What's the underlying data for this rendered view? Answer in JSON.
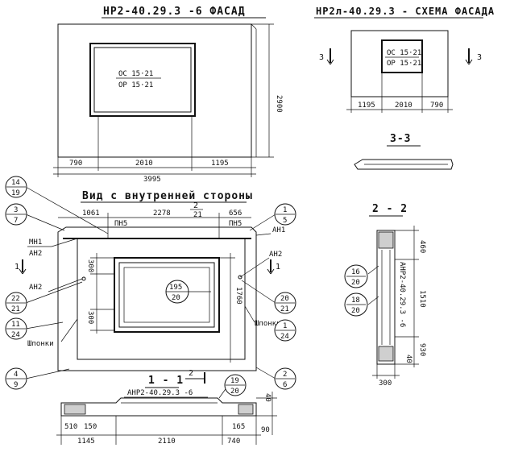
{
  "facade_view": {
    "title": "НР2-40.29.3 -6 ФАСАД",
    "window_labels": [
      "ОС 15·21",
      "ОР 15·21"
    ],
    "height_dim": "2900",
    "dims_bottom": [
      "790",
      "2010",
      "1195"
    ],
    "dim_total": "3995"
  },
  "scheme_view": {
    "title": "НР2л-40.29.3 - СХЕМА ФАСАДА",
    "window_labels": [
      "ОС 15·21",
      "ОР 15·21"
    ],
    "dims_bottom": [
      "1195",
      "2010",
      "790"
    ],
    "cut_left": "3",
    "cut_right": "3"
  },
  "section_33": {
    "title": "3-3"
  },
  "section_22": {
    "title": "2 - 2",
    "dims_right": [
      "460",
      "1510",
      "930"
    ],
    "mark_label": "АНР2-40.29.3 -6",
    "dim_bottom": "300",
    "dim_small": "40",
    "callouts": [
      {
        "top": "16",
        "bottom": "20"
      },
      {
        "top": "18",
        "bottom": "20"
      }
    ]
  },
  "inner_view": {
    "title": "Вид с внутренней стороны",
    "dims_top": [
      "1061",
      "2278",
      "656"
    ],
    "cut_top": "2",
    "cut_top_sub": "21",
    "labels": {
      "pn5_left": "ПН5",
      "pn5_right": "ПН5",
      "mn1": "МН1",
      "an2_left": "АН2",
      "an1": "АН1",
      "an2_right": "АН2",
      "an2_mid": "АН2",
      "shponki_left": "Шпонки",
      "shponki_right": "Шпонки"
    },
    "dims_left": [
      "300",
      "300"
    ],
    "dim_right": "1760",
    "cut_side": "1",
    "callouts": {
      "c14_19": {
        "top": "14",
        "bottom": "19"
      },
      "c3_7": {
        "top": "3",
        "bottom": "7"
      },
      "c1_5": {
        "top": "1",
        "bottom": "5"
      },
      "c22_21": {
        "top": "22",
        "bottom": "21"
      },
      "c11_24": {
        "top": "11",
        "bottom": "24"
      },
      "c4_9": {
        "top": "4",
        "bottom": "9"
      },
      "c195_20": {
        "top": "195",
        "bottom": "20"
      },
      "c20_21": {
        "top": "20",
        "bottom": "21"
      },
      "c1_24": {
        "top": "1",
        "bottom": "24"
      },
      "c2_6": {
        "top": "2",
        "bottom": "6"
      }
    }
  },
  "section_11": {
    "title": "1 - 1",
    "cut_mark": "2",
    "mark_label": "АНР2-40.29.3 -6",
    "callout": {
      "top": "19",
      "bottom": "20"
    },
    "dims_left": [
      "510",
      "150"
    ],
    "dims_bottom": [
      "1145",
      "2110",
      "740"
    ],
    "dim_165": "165",
    "dim_90": "90",
    "dim_40": "40"
  }
}
